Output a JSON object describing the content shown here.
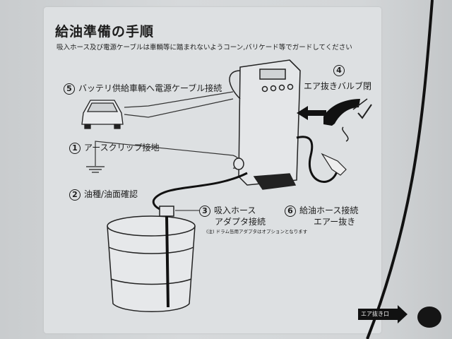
{
  "sign": {
    "title": "給油準備の手順",
    "subtitle": "吸入ホース及び電源ケーブルは車輌等に踏まれないようコーン,バリケード等でガードしてください",
    "steps": [
      {
        "num": "1",
        "text": "アースクリップ接地"
      },
      {
        "num": "2",
        "text": "油種/油面確認"
      },
      {
        "num": "3",
        "line1": "吸入ホース",
        "line2": "アダプタ接続"
      },
      {
        "num": "4",
        "text": "エア抜きバルブ閉"
      },
      {
        "num": "5",
        "text": "バッテリ供給車輌へ電源ケーブル接続"
      },
      {
        "num": "6",
        "line1": "給油ホース接続",
        "line2": "エアー抜き"
      }
    ],
    "note": "(注) ドラム缶用アダプタはオプションとなります"
  },
  "panel": {
    "air_vent_label": "エア抜き口"
  }
}
